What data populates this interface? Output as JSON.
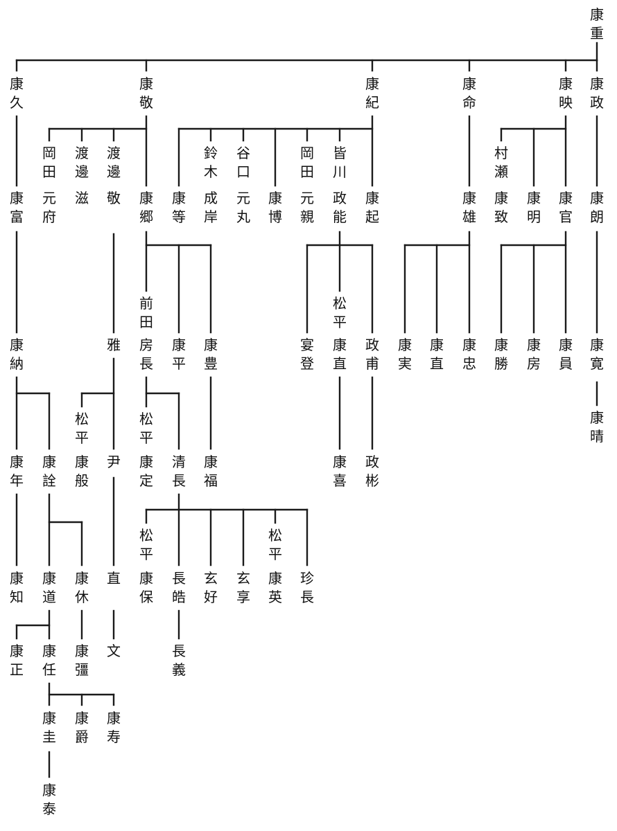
{
  "tree": {
    "nodes": [
      {
        "key": "r0",
        "label": "康重"
      },
      {
        "key": "a1",
        "label": "康久"
      },
      {
        "key": "a2",
        "label": "康敬"
      },
      {
        "key": "a3",
        "label": "康紀"
      },
      {
        "key": "a4",
        "label": "康命"
      },
      {
        "key": "a5",
        "label": "康映"
      },
      {
        "key": "a6",
        "label": "康政"
      },
      {
        "key": "b1",
        "label": "康富"
      },
      {
        "key": "b2",
        "label": "元府"
      },
      {
        "key": "b3",
        "label": "滋"
      },
      {
        "key": "b4",
        "label": "敬"
      },
      {
        "key": "b5",
        "label": "康郷"
      },
      {
        "key": "b6",
        "label": "康等"
      },
      {
        "key": "b7",
        "label": "成岸"
      },
      {
        "key": "b8",
        "label": "元丸"
      },
      {
        "key": "b9",
        "label": "康博"
      },
      {
        "key": "b10",
        "label": "元親"
      },
      {
        "key": "b11",
        "label": "政能"
      },
      {
        "key": "b12",
        "label": "康起"
      },
      {
        "key": "b13",
        "label": "康雄"
      },
      {
        "key": "b14",
        "label": "康致"
      },
      {
        "key": "b15",
        "label": "康明"
      },
      {
        "key": "b16",
        "label": "康官"
      },
      {
        "key": "b17",
        "label": "康朗"
      },
      {
        "key": "c1",
        "label": "康納"
      },
      {
        "key": "c2",
        "label": "雅"
      },
      {
        "key": "c3",
        "label": "房長"
      },
      {
        "key": "c4",
        "label": "康平"
      },
      {
        "key": "c5",
        "label": "康豊"
      },
      {
        "key": "c6",
        "label": "宴登"
      },
      {
        "key": "c7",
        "label": "康直"
      },
      {
        "key": "c8",
        "label": "政甫"
      },
      {
        "key": "c9",
        "label": "康実"
      },
      {
        "key": "c10",
        "label": "康直"
      },
      {
        "key": "c11",
        "label": "康忠"
      },
      {
        "key": "c12",
        "label": "康勝"
      },
      {
        "key": "c13",
        "label": "康房"
      },
      {
        "key": "c14",
        "label": "康員"
      },
      {
        "key": "c15",
        "label": "康寛"
      },
      {
        "key": "c16",
        "label": "康晴"
      },
      {
        "key": "d1",
        "label": "康年"
      },
      {
        "key": "d2",
        "label": "康詮"
      },
      {
        "key": "d3",
        "label": "康般"
      },
      {
        "key": "d4",
        "label": "尹"
      },
      {
        "key": "d5",
        "label": "康定"
      },
      {
        "key": "d6",
        "label": "清長"
      },
      {
        "key": "d7",
        "label": "康福"
      },
      {
        "key": "d8",
        "label": "康喜"
      },
      {
        "key": "d9",
        "label": "政彬"
      },
      {
        "key": "e1",
        "label": "康知"
      },
      {
        "key": "e2",
        "label": "康道"
      },
      {
        "key": "e3",
        "label": "康休"
      },
      {
        "key": "e4",
        "label": "直"
      },
      {
        "key": "e5",
        "label": "康保"
      },
      {
        "key": "e6",
        "label": "長皓"
      },
      {
        "key": "e7",
        "label": "玄好"
      },
      {
        "key": "e8",
        "label": "玄享"
      },
      {
        "key": "e9",
        "label": "康英"
      },
      {
        "key": "e10",
        "label": "珍長"
      },
      {
        "key": "f1",
        "label": "康正"
      },
      {
        "key": "f2",
        "label": "康任"
      },
      {
        "key": "f3",
        "label": "康彊"
      },
      {
        "key": "f4",
        "label": "文"
      },
      {
        "key": "f5",
        "label": "長義"
      },
      {
        "key": "g1",
        "label": "康圭"
      },
      {
        "key": "g2",
        "label": "康爵"
      },
      {
        "key": "g3",
        "label": "康寿"
      },
      {
        "key": "h1",
        "label": "康泰"
      }
    ],
    "notes": [
      {
        "key": "n1",
        "label": "岡田"
      },
      {
        "key": "n2",
        "label": "渡邊"
      },
      {
        "key": "n3",
        "label": "渡邊"
      },
      {
        "key": "n4",
        "label": "鈴木"
      },
      {
        "key": "n5",
        "label": "谷口"
      },
      {
        "key": "n6",
        "label": "岡田"
      },
      {
        "key": "n7",
        "label": "皆川"
      },
      {
        "key": "n8",
        "label": "村瀬"
      },
      {
        "key": "n9",
        "label": "前田"
      },
      {
        "key": "n10",
        "label": "松平"
      },
      {
        "key": "n11",
        "label": "松平"
      },
      {
        "key": "n12",
        "label": "松平"
      },
      {
        "key": "n13",
        "label": "松平"
      },
      {
        "key": "n14",
        "label": "松平"
      }
    ]
  }
}
